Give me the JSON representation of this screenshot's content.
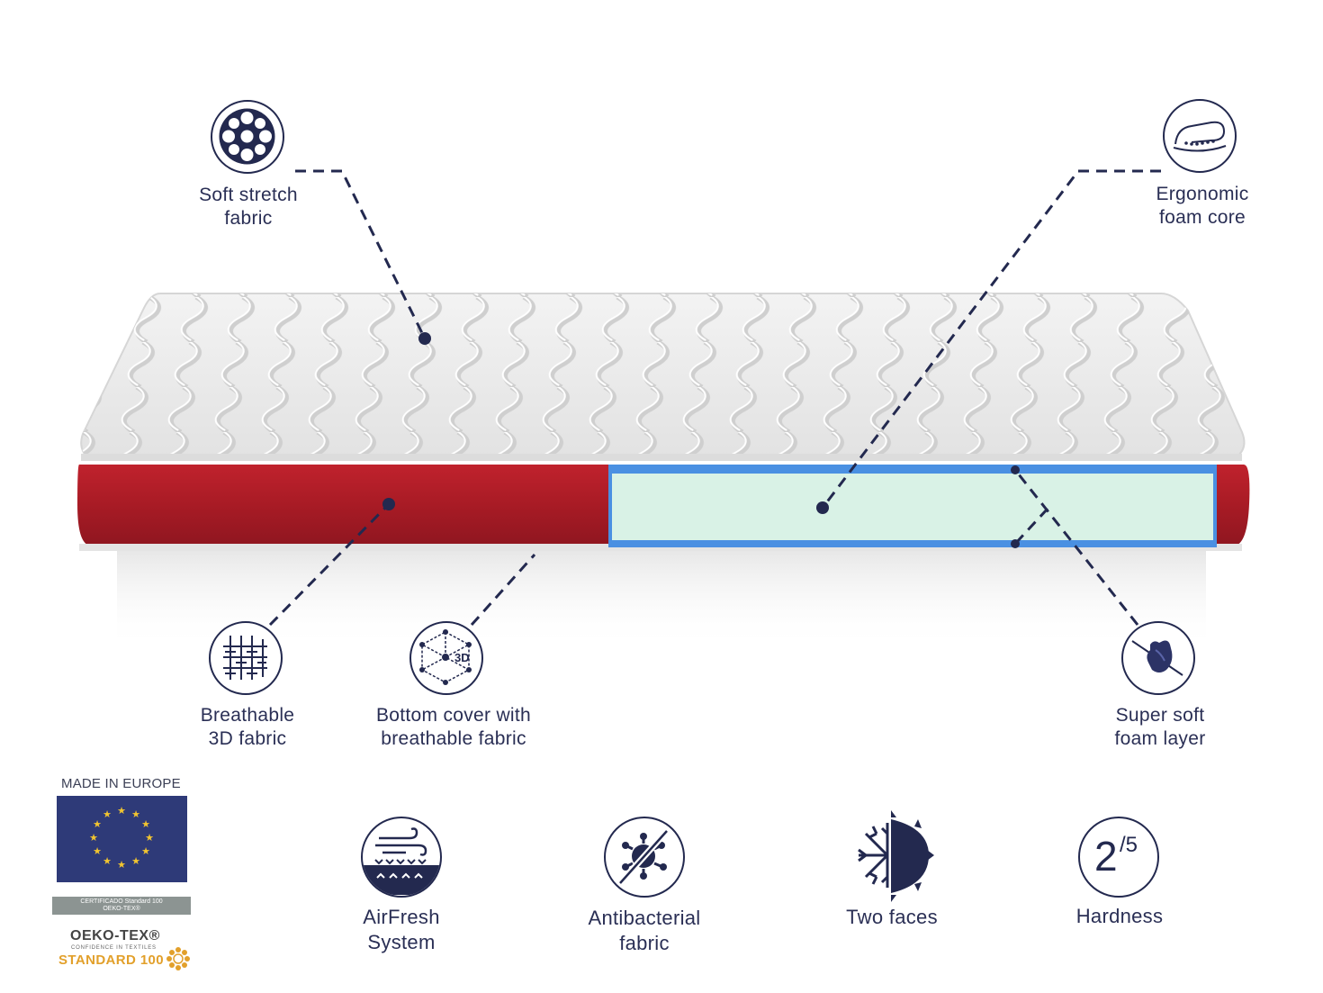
{
  "features": {
    "soft_stretch": {
      "line1": "Soft stretch",
      "line2": "fabric",
      "icon": "fabric-dots-icon"
    },
    "ergonomic": {
      "line1": "Ergonomic",
      "line2": "foam core",
      "icon": "body-contour-icon"
    },
    "breathable_3d": {
      "line1": "Breathable",
      "line2": "3D fabric",
      "icon": "mesh-fabric-icon"
    },
    "bottom_cover": {
      "line1": "Bottom cover with",
      "line2": "breathable fabric",
      "icon": "cube-3d-icon",
      "icon_text": "3D"
    },
    "super_soft": {
      "line1": "Super soft",
      "line2": "foam layer",
      "icon": "hand-press-icon"
    }
  },
  "bottom_features": {
    "airfresh": {
      "line1": "AirFresh",
      "line2": "System",
      "icon": "airflow-icon"
    },
    "antibacterial": {
      "line1": "Antibacterial",
      "line2": "fabric",
      "icon": "no-bacteria-icon"
    },
    "two_faces": {
      "line1": "Two faces",
      "icon": "snow-sun-icon"
    },
    "hardness": {
      "label": "Hardness",
      "value": "2",
      "max": "/5",
      "icon": "hardness-rating-icon"
    }
  },
  "certifications": {
    "made_in": "MADE IN EUROPE",
    "ribbon_line1": "CERTIFICADO Standard 100",
    "ribbon_line2": "OEKO-TEX®",
    "oeko_name": "OEKO-TEX®",
    "oeko_sub": "CONFIDENCE IN TEXTILES",
    "oeko_std": "STANDARD 100"
  },
  "colors": {
    "navy": "#23294f",
    "side_red": "#b3202a",
    "foam_green": "#d9f2e6",
    "foam_blue": "#4a90e2",
    "gold": "#e2a02b"
  }
}
